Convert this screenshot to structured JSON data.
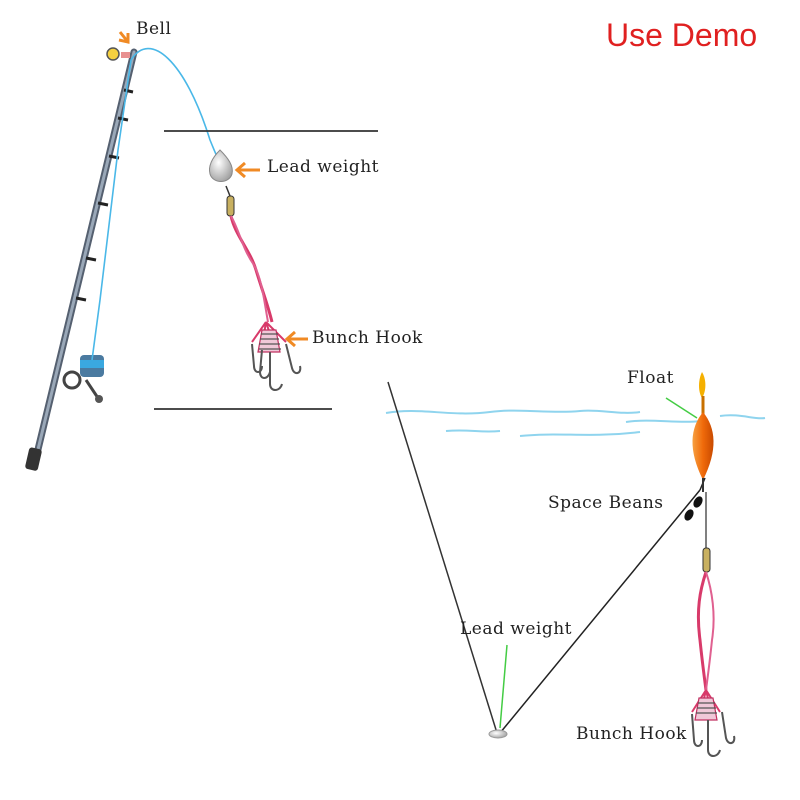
{
  "title": "Use Demo",
  "labels": {
    "bell": "Bell",
    "lead_weight_top": "Lead weight",
    "bunch_hook_top": "Bunch Hook",
    "float": "Float",
    "space_beans": "Space Beans",
    "lead_weight_bottom": "Lead weight",
    "bunch_hook_bottom": "Bunch Hook"
  },
  "colors": {
    "title": "#e02020",
    "arrow": "#f08a24",
    "fishing_line": "#4ab8e8",
    "hook_line": "#d83a6a",
    "water": "#8fd4ee",
    "float": "#f06a0a",
    "pointer": "#44cc44"
  }
}
